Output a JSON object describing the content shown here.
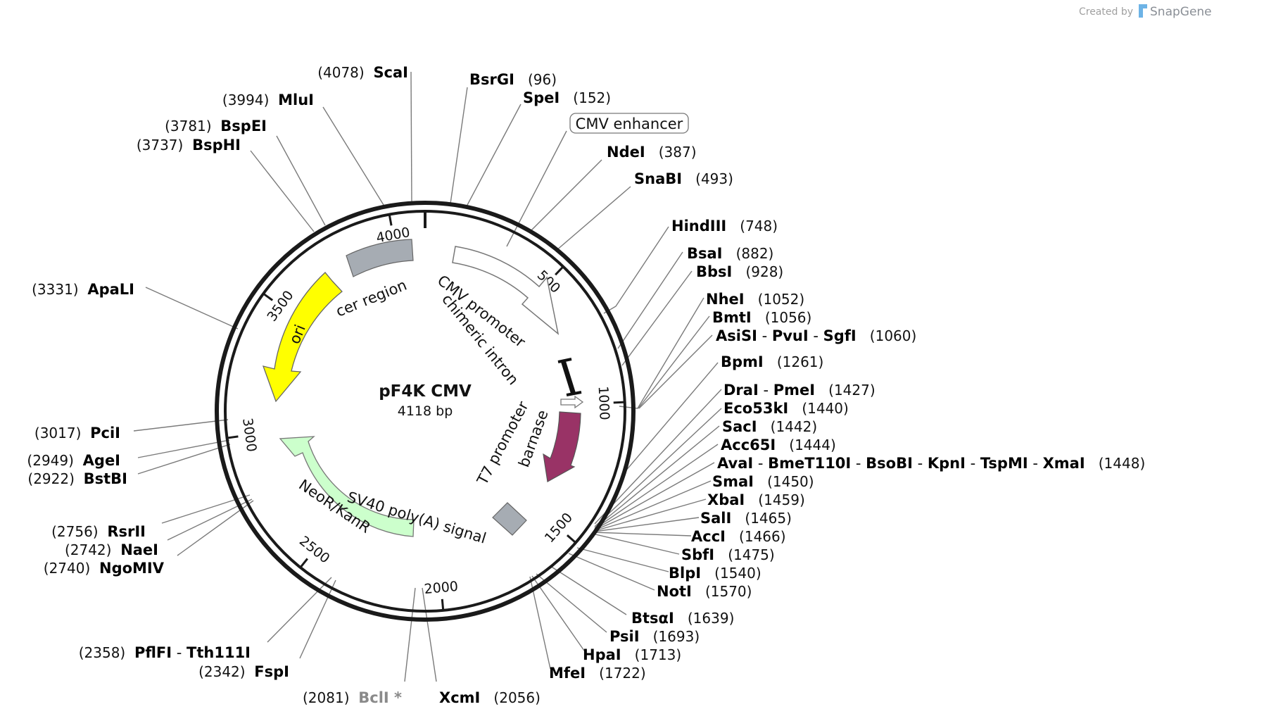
{
  "credit": {
    "created_by": "Created by",
    "brand": "SnapGene"
  },
  "plasmid": {
    "name": "pF4K CMV",
    "size_label": "4118 bp",
    "length": 4118
  },
  "ticks": [
    {
      "label": "500",
      "pos": 500
    },
    {
      "label": "1000",
      "pos": 1000
    },
    {
      "label": "1500",
      "pos": 1500
    },
    {
      "label": "2000",
      "pos": 2000
    },
    {
      "label": "2500",
      "pos": 2500
    },
    {
      "label": "3000",
      "pos": 3000
    },
    {
      "label": "3500",
      "pos": 3500
    },
    {
      "label": "4000",
      "pos": 4000
    }
  ],
  "features": [
    {
      "name": "CMV enhancer",
      "color": "#ffffff",
      "boxed": true
    },
    {
      "name": "CMV promoter",
      "color": "#ffffff"
    },
    {
      "name": "chimeric intron",
      "color": "#ffffff"
    },
    {
      "name": "T7 promoter",
      "color": "#ffffff"
    },
    {
      "name": "barnase",
      "color": "#993366"
    },
    {
      "name": "SV40 poly(A) signal",
      "color": "#a6acb3"
    },
    {
      "name": "NeoR/KanR",
      "color": "#ccffcc"
    },
    {
      "name": "ori",
      "color": "#ffff00"
    },
    {
      "name": "cer region",
      "color": "#a6acb3"
    }
  ],
  "sites": [
    {
      "parts": [
        "ScaI"
      ],
      "pos": "(4078)"
    },
    {
      "parts": [
        "MluI"
      ],
      "pos": "(3994)"
    },
    {
      "parts": [
        "BspEI"
      ],
      "pos": "(3781)"
    },
    {
      "parts": [
        "BspHI"
      ],
      "pos": "(3737)"
    },
    {
      "parts": [
        "ApaLI"
      ],
      "pos": "(3331)"
    },
    {
      "parts": [
        "PciI"
      ],
      "pos": "(3017)"
    },
    {
      "parts": [
        "AgeI"
      ],
      "pos": "(2949)"
    },
    {
      "parts": [
        "BstBI"
      ],
      "pos": "(2922)"
    },
    {
      "parts": [
        "RsrII"
      ],
      "pos": "(2756)"
    },
    {
      "parts": [
        "NaeI"
      ],
      "pos": "(2742)"
    },
    {
      "parts": [
        "NgoMIV"
      ],
      "pos": "(2740)"
    },
    {
      "parts": [
        "PflFI",
        "Tth111I"
      ],
      "pos": "(2358)"
    },
    {
      "parts": [
        "FspI"
      ],
      "pos": "(2342)"
    },
    {
      "parts": [
        "BclI *"
      ],
      "pos": "(2081)",
      "dim": true
    },
    {
      "parts": [
        "XcmI"
      ],
      "pos": "(2056)"
    },
    {
      "parts": [
        "BsrGI"
      ],
      "pos": "(96)"
    },
    {
      "parts": [
        "SpeI"
      ],
      "pos": "(152)"
    },
    {
      "parts": [
        "NdeI"
      ],
      "pos": "(387)"
    },
    {
      "parts": [
        "SnaBI"
      ],
      "pos": "(493)"
    },
    {
      "parts": [
        "HindIII"
      ],
      "pos": "(748)"
    },
    {
      "parts": [
        "BsaI"
      ],
      "pos": "(882)"
    },
    {
      "parts": [
        "BbsI"
      ],
      "pos": "(928)"
    },
    {
      "parts": [
        "NheI"
      ],
      "pos": "(1052)"
    },
    {
      "parts": [
        "BmtI"
      ],
      "pos": "(1056)"
    },
    {
      "parts": [
        "AsiSI",
        "PvuI",
        "SgfI"
      ],
      "pos": "(1060)"
    },
    {
      "parts": [
        "BpmI"
      ],
      "pos": "(1261)"
    },
    {
      "parts": [
        "DraI",
        "PmeI"
      ],
      "pos": "(1427)"
    },
    {
      "parts": [
        "Eco53kI"
      ],
      "pos": "(1440)"
    },
    {
      "parts": [
        "SacI"
      ],
      "pos": "(1442)"
    },
    {
      "parts": [
        "Acc65I"
      ],
      "pos": "(1444)"
    },
    {
      "parts": [
        "AvaI",
        "BmeT110I",
        "BsoBI",
        "KpnI",
        "TspMI",
        "XmaI"
      ],
      "pos": "(1448)"
    },
    {
      "parts": [
        "SmaI"
      ],
      "pos": "(1450)"
    },
    {
      "parts": [
        "XbaI"
      ],
      "pos": "(1459)"
    },
    {
      "parts": [
        "SalI"
      ],
      "pos": "(1465)"
    },
    {
      "parts": [
        "AccI"
      ],
      "pos": "(1466)"
    },
    {
      "parts": [
        "SbfI"
      ],
      "pos": "(1475)"
    },
    {
      "parts": [
        "BlpI"
      ],
      "pos": "(1540)"
    },
    {
      "parts": [
        "NotI"
      ],
      "pos": "(1570)"
    },
    {
      "parts": [
        "BtsαI"
      ],
      "pos": "(1639)"
    },
    {
      "parts": [
        "PsiI"
      ],
      "pos": "(1693)"
    },
    {
      "parts": [
        "HpaI"
      ],
      "pos": "(1713)"
    },
    {
      "parts": [
        "MfeI"
      ],
      "pos": "(1722)"
    }
  ]
}
